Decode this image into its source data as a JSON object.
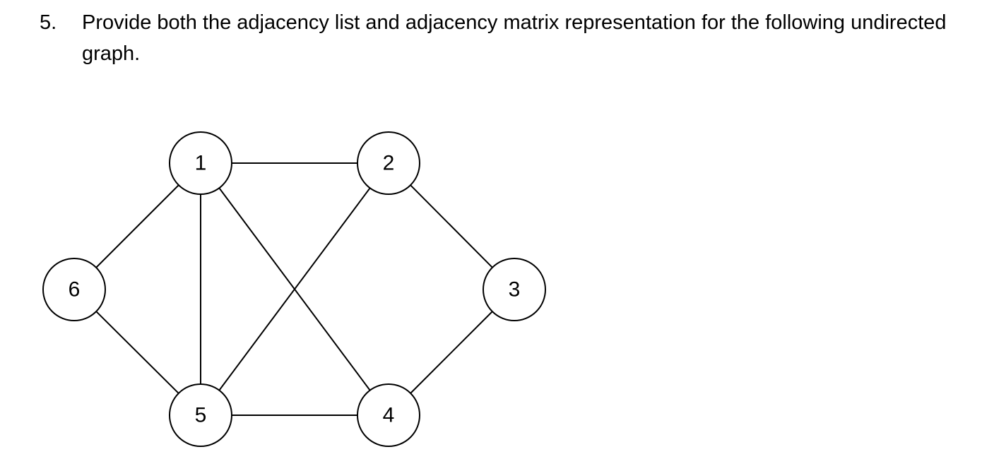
{
  "question": {
    "number": "5.",
    "text": "Provide both the adjacency list and adjacency matrix representation for the following undirected graph."
  },
  "graph": {
    "nodes": [
      {
        "id": "1",
        "label": "1"
      },
      {
        "id": "2",
        "label": "2"
      },
      {
        "id": "3",
        "label": "3"
      },
      {
        "id": "4",
        "label": "4"
      },
      {
        "id": "5",
        "label": "5"
      },
      {
        "id": "6",
        "label": "6"
      }
    ],
    "edges": [
      [
        "1",
        "2"
      ],
      [
        "1",
        "6"
      ],
      [
        "1",
        "5"
      ],
      [
        "1",
        "4"
      ],
      [
        "2",
        "5"
      ],
      [
        "2",
        "3"
      ],
      [
        "3",
        "4"
      ],
      [
        "5",
        "4"
      ],
      [
        "6",
        "5"
      ]
    ]
  }
}
